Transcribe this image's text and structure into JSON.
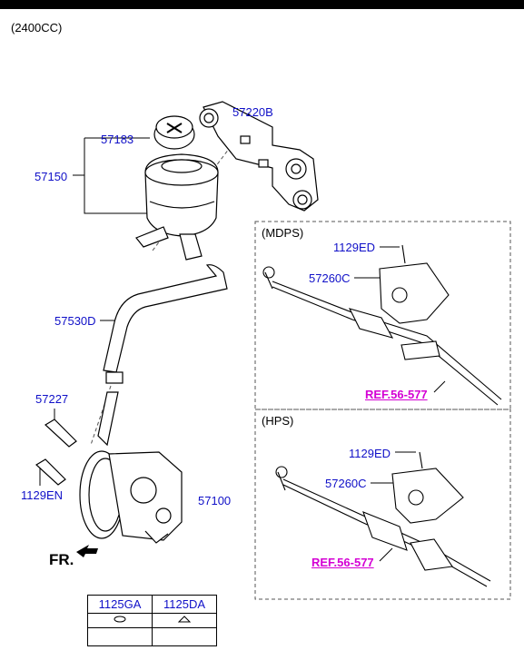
{
  "engine_label": "(2400CC)",
  "parts": {
    "bracket": "57220B",
    "cap": "57183",
    "reservoir": "57150",
    "hose": "57530D",
    "bolt_a": "57227",
    "bolt_b": "1129EN",
    "pump": "57100"
  },
  "mdps": {
    "title": "(MDPS)",
    "bolt": "1129ED",
    "tie_rod": "57260C",
    "ref": "REF.56-577"
  },
  "hps": {
    "title": "(HPS)",
    "bolt": "1129ED",
    "tie_rod": "57260C",
    "ref": "REF.56-577"
  },
  "front_label": "FR.",
  "legend": {
    "col1": "1125GA",
    "col2": "1125DA"
  },
  "colors": {
    "label_blue": "#1010c8",
    "ref_magenta": "#d400d4"
  }
}
